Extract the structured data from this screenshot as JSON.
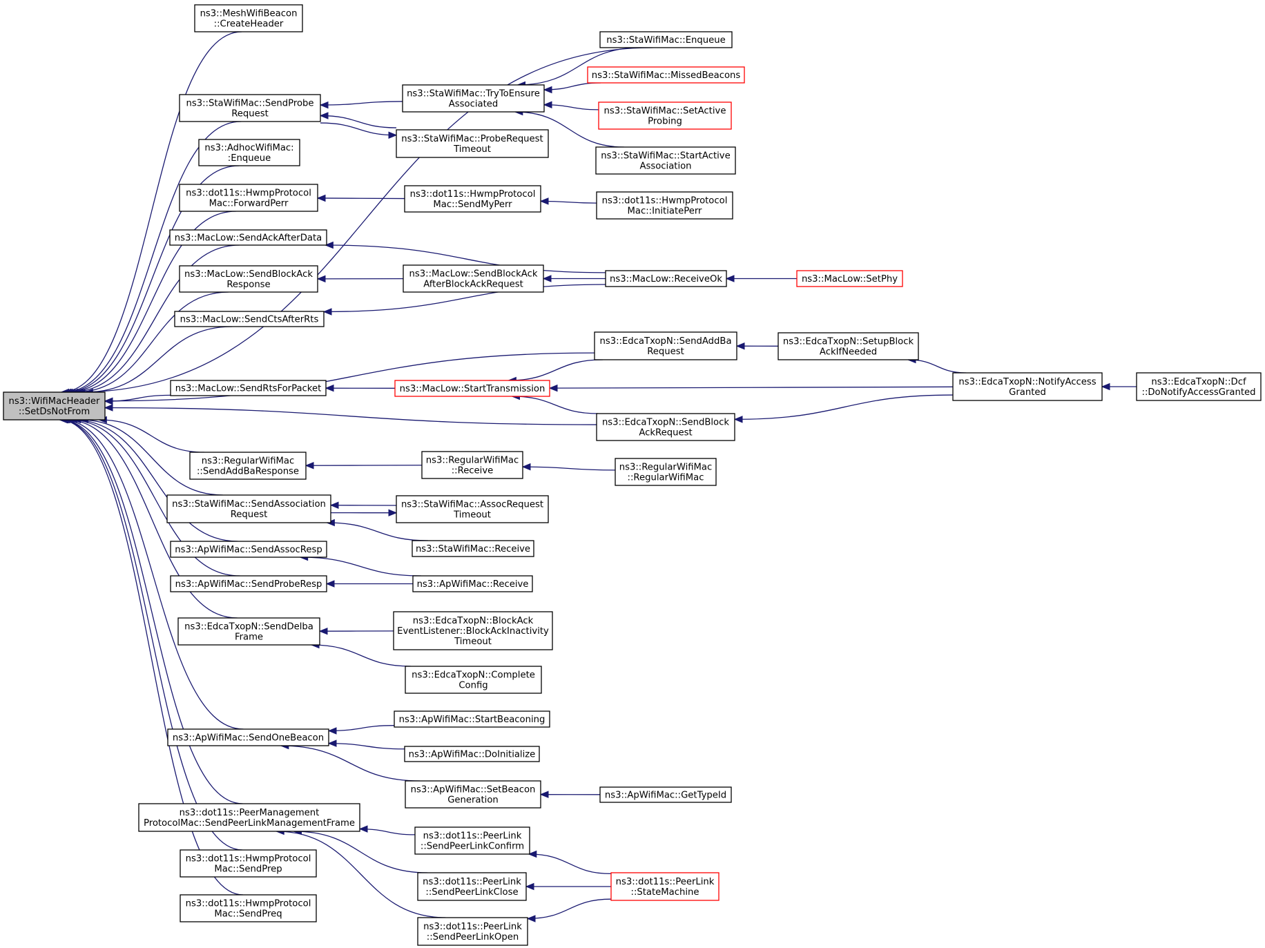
{
  "colors": {
    "edge": "#191970",
    "node_border": "#000000",
    "truncated_node_border": "#ff0000",
    "root_fill": "#bfbfbf",
    "node_fill": "#ffffff"
  },
  "nodes": {
    "root": {
      "lines": [
        "ns3::WifiMacHeader",
        "::SetDsNotFrom"
      ]
    },
    "meshBeacon": {
      "lines": [
        "ns3::MeshWifiBeacon",
        "::CreateHeader"
      ]
    },
    "staEnqueue": {
      "lines": [
        "ns3::StaWifiMac::Enqueue"
      ]
    },
    "sendProbeReq": {
      "lines": [
        "ns3::StaWifiMac::SendProbe",
        "Request"
      ]
    },
    "tryEnsure": {
      "lines": [
        "ns3::StaWifiMac::TryToEnsure",
        "Associated"
      ]
    },
    "missedBeacons": {
      "lines": [
        "ns3::StaWifiMac::MissedBeacons"
      ]
    },
    "setActiveProb": {
      "lines": [
        "ns3::StaWifiMac::SetActive",
        "Probing"
      ]
    },
    "probeTimeout": {
      "lines": [
        "ns3::StaWifiMac::ProbeRequest",
        "Timeout"
      ]
    },
    "startActiveAssoc": {
      "lines": [
        "ns3::StaWifiMac::StartActive",
        "Association"
      ]
    },
    "adhocEnqueue": {
      "lines": [
        "ns3::AdhocWifiMac:",
        ":Enqueue"
      ]
    },
    "fwdPerr": {
      "lines": [
        "ns3::dot11s::HwmpProtocol",
        "Mac::ForwardPerr"
      ]
    },
    "sendMyPerr": {
      "lines": [
        "ns3::dot11s::HwmpProtocol",
        "Mac::SendMyPerr"
      ]
    },
    "initiatePerr": {
      "lines": [
        "ns3::dot11s::HwmpProtocol",
        "Mac::InitiatePerr"
      ]
    },
    "sendAckAfterData": {
      "lines": [
        "ns3::MacLow::SendAckAfterData"
      ]
    },
    "receiveOk": {
      "lines": [
        "ns3::MacLow::ReceiveOk"
      ]
    },
    "setPhy": {
      "lines": [
        "ns3::MacLow::SetPhy"
      ]
    },
    "sendBlockAckResp": {
      "lines": [
        "ns3::MacLow::SendBlockAck",
        "Response"
      ]
    },
    "sendBlockAckAfter": {
      "lines": [
        "ns3::MacLow::SendBlockAck",
        "AfterBlockAckRequest"
      ]
    },
    "sendCtsAfterRts": {
      "lines": [
        "ns3::MacLow::SendCtsAfterRts"
      ]
    },
    "sendAddBaReq": {
      "lines": [
        "ns3::EdcaTxopN::SendAddBa",
        "Request"
      ]
    },
    "setupBlockAck": {
      "lines": [
        "ns3::EdcaTxopN::SetupBlock",
        "AckIfNeeded"
      ]
    },
    "sendRtsForPacket": {
      "lines": [
        "ns3::MacLow::SendRtsForPacket"
      ]
    },
    "startTransmission": {
      "lines": [
        "ns3::MacLow::StartTransmission"
      ]
    },
    "notifyAccessGranted": {
      "lines": [
        "ns3::EdcaTxopN::NotifyAccess",
        "Granted"
      ]
    },
    "dcfNotify": {
      "lines": [
        "ns3::EdcaTxopN::Dcf",
        "::DoNotifyAccessGranted"
      ]
    },
    "sendBlockAckReq": {
      "lines": [
        "ns3::EdcaTxopN::SendBlock",
        "AckRequest"
      ]
    },
    "sendAddBaResp": {
      "lines": [
        "ns3::RegularWifiMac",
        "::SendAddBaResponse"
      ]
    },
    "regularReceive": {
      "lines": [
        "ns3::RegularWifiMac",
        "::Receive"
      ]
    },
    "regularCtor": {
      "lines": [
        "ns3::RegularWifiMac",
        "::RegularWifiMac"
      ]
    },
    "sendAssocReq": {
      "lines": [
        "ns3::StaWifiMac::SendAssociation",
        "Request"
      ]
    },
    "assocReqTimeout": {
      "lines": [
        "ns3::StaWifiMac::AssocRequest",
        "Timeout"
      ]
    },
    "staReceive": {
      "lines": [
        "ns3::StaWifiMac::Receive"
      ]
    },
    "sendAssocResp": {
      "lines": [
        "ns3::ApWifiMac::SendAssocResp"
      ]
    },
    "sendProbeResp": {
      "lines": [
        "ns3::ApWifiMac::SendProbeResp"
      ]
    },
    "apReceive": {
      "lines": [
        "ns3::ApWifiMac::Receive"
      ]
    },
    "sendDelba": {
      "lines": [
        "ns3::EdcaTxopN::SendDelba",
        "Frame"
      ]
    },
    "blockAckInactivity": {
      "lines": [
        "ns3::EdcaTxopN::BlockAck",
        "EventListener::BlockAckInactivity",
        "Timeout"
      ]
    },
    "completeConfig": {
      "lines": [
        "ns3::EdcaTxopN::Complete",
        "Config"
      ]
    },
    "sendOneBeacon": {
      "lines": [
        "ns3::ApWifiMac::SendOneBeacon"
      ]
    },
    "startBeaconing": {
      "lines": [
        "ns3::ApWifiMac::StartBeaconing"
      ]
    },
    "doInitialize": {
      "lines": [
        "ns3::ApWifiMac::DoInitialize"
      ]
    },
    "setBeaconGen": {
      "lines": [
        "ns3::ApWifiMac::SetBeacon",
        "Generation"
      ]
    },
    "getTypeId": {
      "lines": [
        "ns3::ApWifiMac::GetTypeId"
      ]
    },
    "sendPeerLinkMgmt": {
      "lines": [
        "ns3::dot11s::PeerManagement",
        "ProtocolMac::SendPeerLinkManagementFrame"
      ]
    },
    "peerConfirm": {
      "lines": [
        "ns3::dot11s::PeerLink",
        "::SendPeerLinkConfirm"
      ]
    },
    "stateMachine": {
      "lines": [
        "ns3::dot11s::PeerLink",
        "::StateMachine"
      ]
    },
    "peerClose": {
      "lines": [
        "ns3::dot11s::PeerLink",
        "::SendPeerLinkClose"
      ]
    },
    "peerOpen": {
      "lines": [
        "ns3::dot11s::PeerLink",
        "::SendPeerLinkOpen"
      ]
    },
    "sendPrep": {
      "lines": [
        "ns3::dot11s::HwmpProtocol",
        "Mac::SendPrep"
      ]
    },
    "sendPreq": {
      "lines": [
        "ns3::dot11s::HwmpProtocol",
        "Mac::SendPreq"
      ]
    }
  },
  "edges": [
    [
      "meshBeacon",
      "root"
    ],
    [
      "staEnqueue",
      "root"
    ],
    [
      "sendProbeReq",
      "root"
    ],
    [
      "adhocEnqueue",
      "root"
    ],
    [
      "fwdPerr",
      "root"
    ],
    [
      "sendAckAfterData",
      "root"
    ],
    [
      "sendBlockAckResp",
      "root"
    ],
    [
      "sendCtsAfterRts",
      "root"
    ],
    [
      "sendAddBaReq",
      "root"
    ],
    [
      "sendRtsForPacket",
      "root"
    ],
    [
      "sendBlockAckReq",
      "root"
    ],
    [
      "sendAddBaResp",
      "root"
    ],
    [
      "sendAssocReq",
      "root"
    ],
    [
      "sendAssocResp",
      "root"
    ],
    [
      "sendProbeResp",
      "root"
    ],
    [
      "sendDelba",
      "root"
    ],
    [
      "sendOneBeacon",
      "root"
    ],
    [
      "sendPeerLinkMgmt",
      "root"
    ],
    [
      "sendPrep",
      "root"
    ],
    [
      "sendPreq",
      "root"
    ],
    [
      "tryEnsure",
      "sendProbeReq"
    ],
    [
      "probeTimeout",
      "sendProbeReq"
    ],
    [
      "sendProbeReq",
      "probeTimeout"
    ],
    [
      "staEnqueue",
      "tryEnsure"
    ],
    [
      "missedBeacons",
      "tryEnsure"
    ],
    [
      "setActiveProb",
      "tryEnsure"
    ],
    [
      "startActiveAssoc",
      "tryEnsure"
    ],
    [
      "sendMyPerr",
      "fwdPerr"
    ],
    [
      "initiatePerr",
      "sendMyPerr"
    ],
    [
      "receiveOk",
      "sendAckAfterData"
    ],
    [
      "receiveOk",
      "sendBlockAckAfter"
    ],
    [
      "receiveOk",
      "sendCtsAfterRts"
    ],
    [
      "setPhy",
      "receiveOk"
    ],
    [
      "sendBlockAckAfter",
      "sendBlockAckResp"
    ],
    [
      "setupBlockAck",
      "sendAddBaReq"
    ],
    [
      "notifyAccessGranted",
      "setupBlockAck"
    ],
    [
      "startTransmission",
      "sendRtsForPacket"
    ],
    [
      "sendAddBaReq",
      "startTransmission"
    ],
    [
      "notifyAccessGranted",
      "startTransmission"
    ],
    [
      "sendBlockAckReq",
      "startTransmission"
    ],
    [
      "notifyAccessGranted",
      "sendBlockAckReq"
    ],
    [
      "dcfNotify",
      "notifyAccessGranted"
    ],
    [
      "regularReceive",
      "sendAddBaResp"
    ],
    [
      "regularCtor",
      "regularReceive"
    ],
    [
      "sendAssocReq",
      "assocReqTimeout"
    ],
    [
      "assocReqTimeout",
      "sendAssocReq"
    ],
    [
      "staReceive",
      "sendAssocReq"
    ],
    [
      "apReceive",
      "sendAssocResp"
    ],
    [
      "apReceive",
      "sendProbeResp"
    ],
    [
      "blockAckInactivity",
      "sendDelba"
    ],
    [
      "completeConfig",
      "sendDelba"
    ],
    [
      "startBeaconing",
      "sendOneBeacon"
    ],
    [
      "doInitialize",
      "sendOneBeacon"
    ],
    [
      "setBeaconGen",
      "sendOneBeacon"
    ],
    [
      "getTypeId",
      "setBeaconGen"
    ],
    [
      "peerConfirm",
      "sendPeerLinkMgmt"
    ],
    [
      "peerClose",
      "sendPeerLinkMgmt"
    ],
    [
      "peerOpen",
      "sendPeerLinkMgmt"
    ],
    [
      "stateMachine",
      "peerConfirm"
    ],
    [
      "stateMachine",
      "peerClose"
    ],
    [
      "stateMachine",
      "peerOpen"
    ]
  ]
}
